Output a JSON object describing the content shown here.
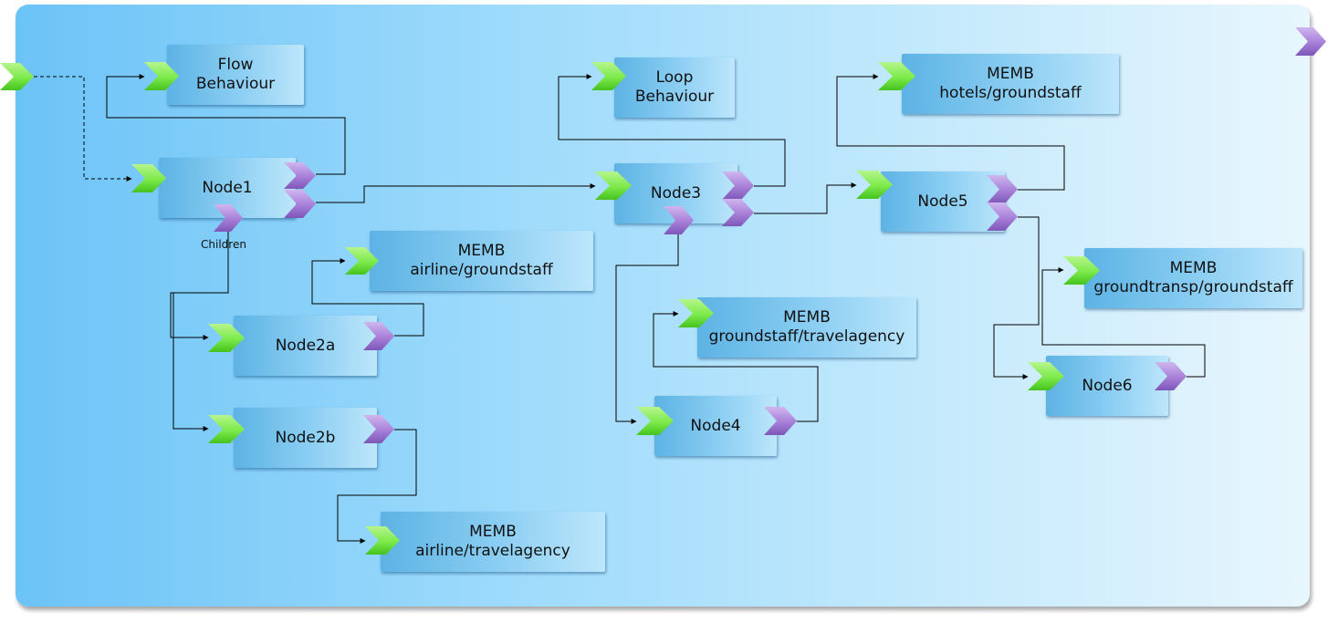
{
  "nodes": {
    "flow_behaviour": {
      "line1": "Flow",
      "line2": "Behaviour"
    },
    "node1": {
      "label": "Node1",
      "children_label": "Children"
    },
    "memb_airline_groundstaff": {
      "line1": "MEMB",
      "line2": "airline/groundstaff"
    },
    "node2a": {
      "label": "Node2a"
    },
    "node2b": {
      "label": "Node2b"
    },
    "memb_airline_travelagency": {
      "line1": "MEMB",
      "line2": "airline/travelagency"
    },
    "loop_behaviour": {
      "line1": "Loop",
      "line2": "Behaviour"
    },
    "node3": {
      "label": "Node3"
    },
    "memb_groundstaff_travelagency": {
      "line1": "MEMB",
      "line2": "groundstaff/travelagency"
    },
    "node4": {
      "label": "Node4"
    },
    "memb_hotels_groundstaff": {
      "line1": "MEMB",
      "line2": "hotels/groundstaff"
    },
    "node5": {
      "label": "Node5"
    },
    "memb_groundtransp_groundstaff": {
      "line1": "MEMB",
      "line2": "groundtransp/groundstaff"
    },
    "node6": {
      "label": "Node6"
    }
  },
  "colors": {
    "input_port": "#7cea4a",
    "output_port": "#a77fd8",
    "connector": "#000000"
  },
  "icons": {
    "input_port": "green-chevron",
    "output_port": "purple-chevron"
  }
}
